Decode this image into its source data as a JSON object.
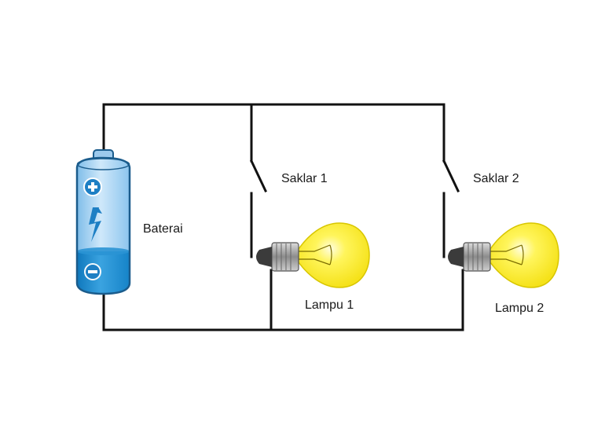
{
  "labels": {
    "battery": "Baterai",
    "switch1": "Saklar 1",
    "switch2": "Saklar 2",
    "lamp1": "Lampu 1",
    "lamp2": "Lampu 2"
  },
  "colors": {
    "wire": "#111111",
    "battery_upper": "#a9d3f2",
    "battery_lower": "#1e8fd0",
    "battery_cap": "#9cc9ec",
    "battery_outline": "#1b5c8c",
    "bulb_glass": "#fff23a",
    "bulb_stroke": "#c9b800",
    "bulb_base": "#8a8a8a"
  },
  "icons": {
    "plus": "plus-icon",
    "minus": "minus-icon",
    "bolt": "lightning-icon"
  }
}
